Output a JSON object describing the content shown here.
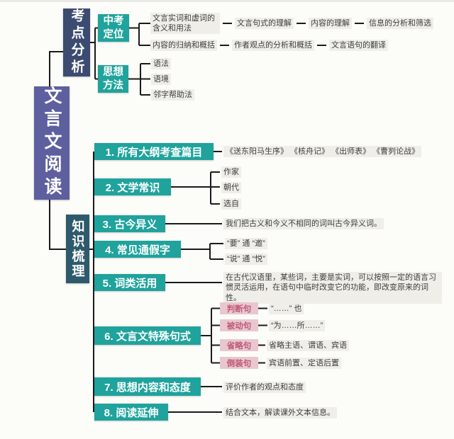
{
  "root": {
    "label": "文言文阅读"
  },
  "exam": {
    "label": "考点分析",
    "zhongkao": {
      "label": "中考定位",
      "chain1": [
        "文言实词和虚词的含义和用法",
        "文言句式的理解",
        "内容的理解",
        "信息的分析和筛选"
      ],
      "chain2": [
        "内容的归纳和概括",
        "作者观点的分析和概括",
        "文言语句的翻译"
      ]
    },
    "sixiang": {
      "label": "思想方法",
      "items": [
        "语法",
        "语境",
        "邻字帮助法"
      ]
    }
  },
  "knowledge": {
    "label": "知识梳理",
    "items": [
      {
        "label": "1. 所有大纲考查篇目",
        "note": "《送东阳马生序》 《核舟记》 《出师表》 《曹刿论战》"
      },
      {
        "label": "2. 文学常识",
        "children": [
          "作家",
          "朝代",
          "选自"
        ]
      },
      {
        "label": "3. 古今异义",
        "note": "我们把古义和今义不相同的词叫古今异义词。"
      },
      {
        "label": "4. 常见通假字",
        "children": [
          "“要” 通 “邀”",
          "“说” 通 “悦”"
        ]
      },
      {
        "label": "5. 词类活用",
        "note": "在古代汉语里，某些词，主要是实词，可以按照一定的语言习惯灵活运用，在语句中临时改变它的功能，即改变原来的词性。"
      },
      {
        "label": "6. 文言文特殊句式",
        "sentence_types": [
          {
            "type": "判断句",
            "desc": "“……” 也"
          },
          {
            "type": "被动句",
            "desc": "“为……所……”"
          },
          {
            "type": "省略句",
            "desc": "省略主语、谓语、宾语"
          },
          {
            "type": "倒装句",
            "desc": "宾语前置、定语后置"
          }
        ]
      },
      {
        "label": "7. 思想内容和态度",
        "note": "评价作者的观点和态度"
      },
      {
        "label": "8. 阅读延伸",
        "note": "结合文本，解读课外文本信息。"
      }
    ]
  },
  "colors": {
    "teal": "#1fa39c",
    "navy": "#3c4b70",
    "dark_teal": "#2e5a6b",
    "purple": "#5e5f9e",
    "pink_bg": "#e8c7d1",
    "pink_text": "#c05a72",
    "line": "#1a1a1a"
  }
}
